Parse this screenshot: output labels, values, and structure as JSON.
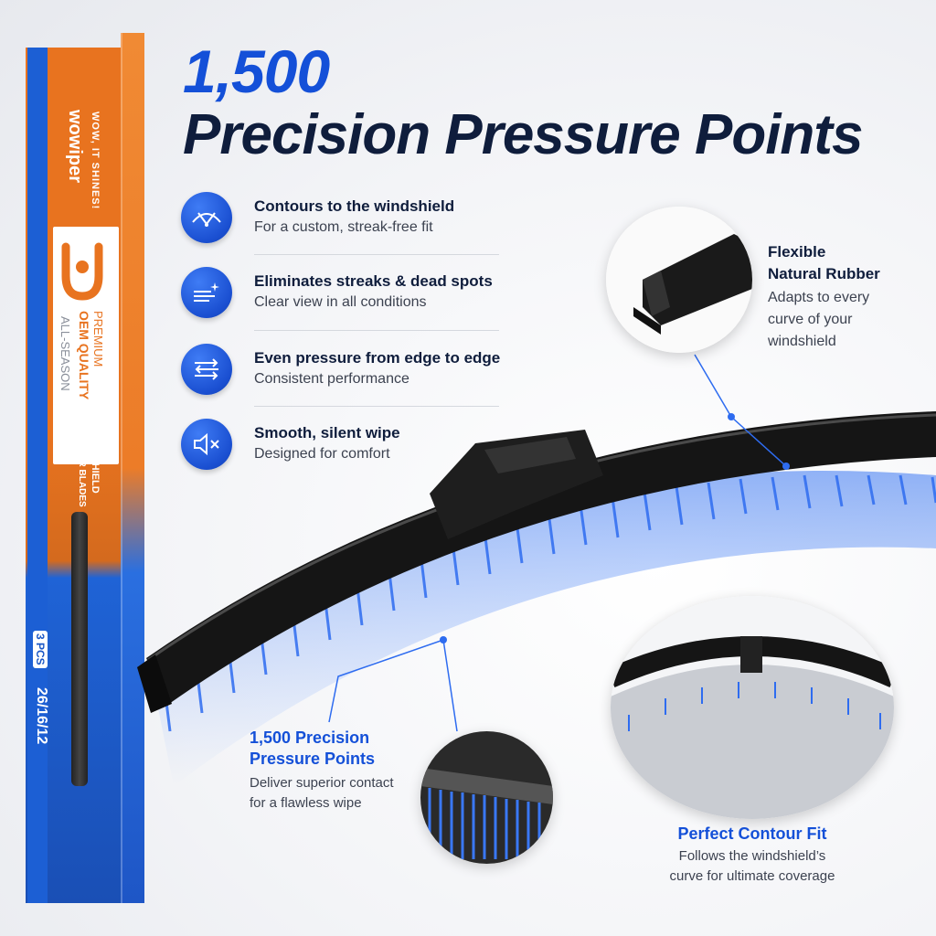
{
  "headline": {
    "line1": "1,500",
    "line2": "Precision Pressure Points"
  },
  "features": [
    {
      "icon": "windshield-wiper-icon",
      "title": "Contours to the windshield",
      "subtitle": "For a custom, streak-free fit"
    },
    {
      "icon": "sparkle-lines-icon",
      "title": "Eliminates streaks & dead spots",
      "subtitle": "Clear view in all conditions"
    },
    {
      "icon": "arrows-icon",
      "title": "Even pressure from edge to edge",
      "subtitle": "Consistent performance"
    },
    {
      "icon": "speaker-mute-icon",
      "title": "Smooth, silent wipe",
      "subtitle": "Designed for comfort"
    }
  ],
  "callouts": {
    "rubber": {
      "title_line1": "Flexible",
      "title_line2": "Natural Rubber",
      "sub_line1": "Adapts to every",
      "sub_line2": "curve of your",
      "sub_line3": "windshield"
    },
    "pressure": {
      "title_line1": "1,500 Precision",
      "title_line2": "Pressure Points",
      "sub_line1": "Deliver superior contact",
      "sub_line2": "for a flawless wipe"
    },
    "contour": {
      "title": "Perfect Contour Fit",
      "sub_line1": "Follows the windshield’s",
      "sub_line2": "curve for ultimate coverage"
    }
  },
  "package": {
    "brand": "wowiper",
    "slogan": "WOW, IT SHINES!",
    "quality_line1": "OEM QUALITY",
    "quality_line2": "PREMIUM",
    "quality_line3": "ALL-SEASON",
    "label_line1": "WINDSHIELD",
    "label_line2": "WIPER BLADES",
    "pieces": "3 PCS",
    "sizes": "26/16/12"
  },
  "colors": {
    "accent": "#1450d8",
    "dark": "#0f1d3c",
    "orange": "#e8731f"
  }
}
